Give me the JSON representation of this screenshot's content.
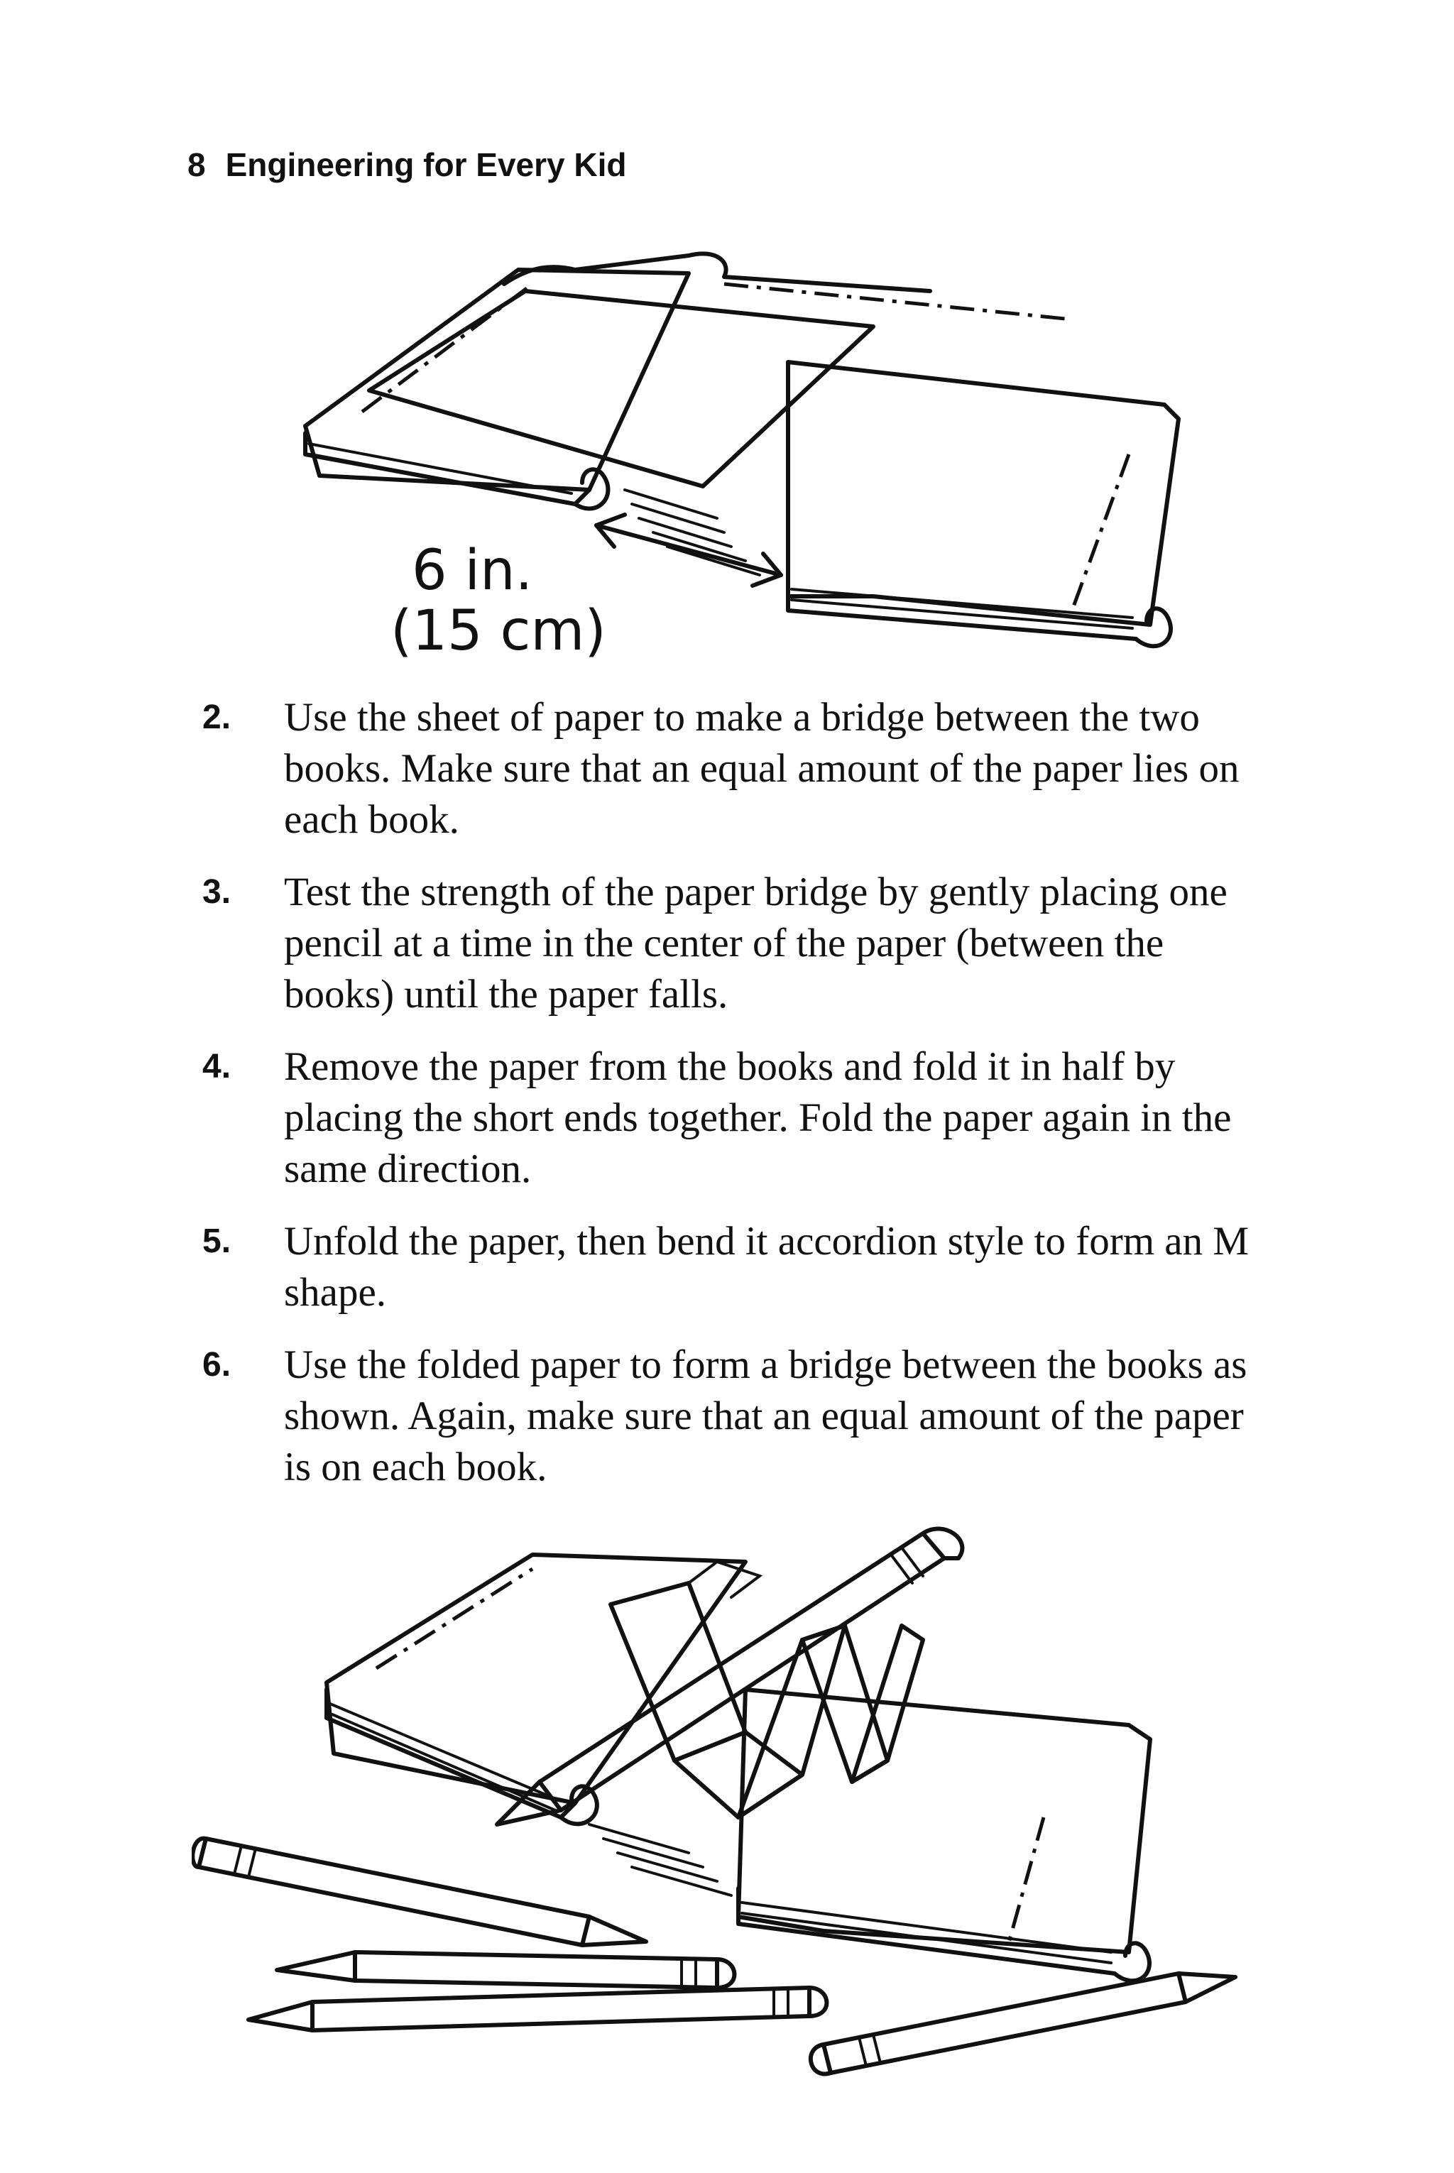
{
  "header": {
    "page_number": "8",
    "book_title": "Engineering for Every Kid"
  },
  "figure1": {
    "label_line1": "6 in.",
    "label_line2": "(15 cm)"
  },
  "steps": [
    {
      "number": "2.",
      "text": "Use the sheet of paper to make a bridge between the two books. Make sure that an equal amount of the paper lies on each book."
    },
    {
      "number": "3.",
      "text": "Test the strength of the paper bridge by gently placing one pencil at a time in the center of the paper (between the books) until the paper falls."
    },
    {
      "number": "4.",
      "text": "Remove the paper from the books and fold it in half by placing the short ends together. Fold the paper again in the same direction."
    },
    {
      "number": "5.",
      "text": "Unfold the paper, then bend it accordion style to form an M shape."
    },
    {
      "number": "6.",
      "text": "Use the folded paper to form a bridge between the books as shown. Again, make sure that an equal amount of the paper is on each book."
    }
  ]
}
